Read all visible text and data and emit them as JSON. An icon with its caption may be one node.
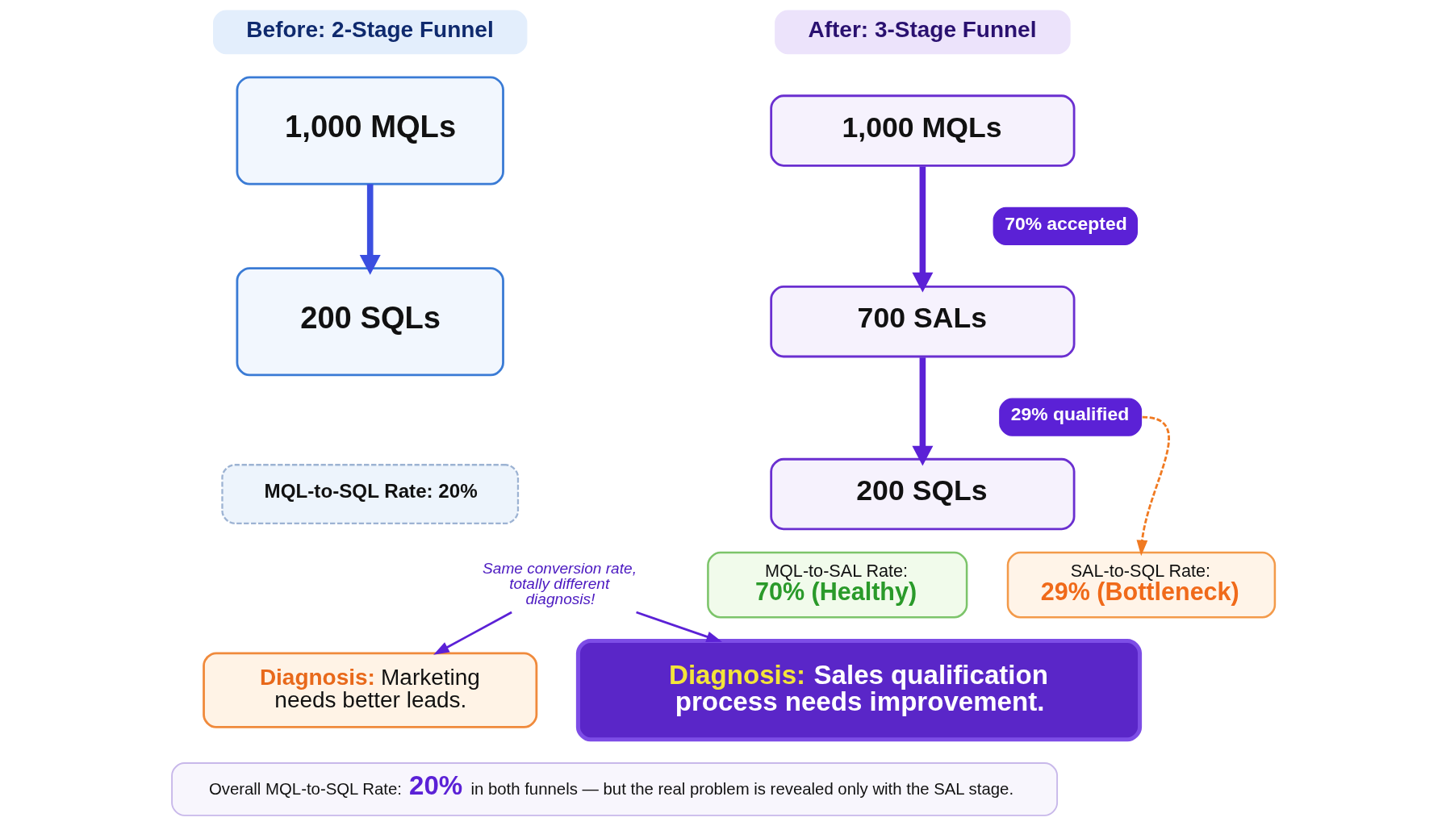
{
  "diagram": {
    "nodes": [
      {
        "text": [
          "Before: 2-Stage Funnel"
        ]
      },
      {
        "text": [
          "1,000 MQLs"
        ]
      },
      {
        "text": [
          "200 SQLs"
        ]
      },
      {
        "text": [
          "MQL-to-SQL Rate: 20%"
        ]
      },
      {
        "text": [
          "**Diagnosis:** Marketing needs better leads."
        ]
      },
      {
        "text": [
          "After: 3-Stage Funnel"
        ]
      },
      {
        "text": [
          "1,000 MQLs"
        ]
      },
      {
        "text": [
          "70% accepted"
        ]
      },
      {
        "text": [
          "700 SALs"
        ]
      },
      {
        "text": [
          "29% qualified"
        ]
      },
      {
        "text": [
          "200 SQLs"
        ]
      },
      {
        "text": [
          "MQL-to-SAL Rate:",
          "70% (Healthy)"
        ]
      },
      {
        "text": [
          "SAL-to-SQL Rate:",
          "29% (Bottleneck)"
        ]
      },
      {
        "text": [
          "**Diagnosis:** Sales qualification process needs improvement."
        ]
      },
      {
        "text": [
          "Same conversion rate, totally different diagnosis!"
        ]
      },
      {
        "text": [
          "Overall MQL-to-SQL Rate: **20%** in both funnels — but the real problem is revealed only with the SAL stage."
        ]
      }
    ],
    "edges": [
      {
        "from": 1,
        "to": 2,
        "arrow": "to",
        "style": "thick",
        "color": "#3b4fe0"
      },
      {
        "from": 6,
        "to": 8,
        "arrow": "to",
        "style": "thick"
      },
      {
        "from": 8,
        "to": 10,
        "arrow": "to",
        "style": "thick"
      },
      {
        "from": 9,
        "to": 12,
        "arrow": "to",
        "style": "dashed",
        "color": "#f07a22"
      },
      {
        "from": 14,
        "to": 4,
        "arrow": "to"
      },
      {
        "from": 14,
        "to": 13,
        "arrow": "to"
      }
    ]
  }
}
